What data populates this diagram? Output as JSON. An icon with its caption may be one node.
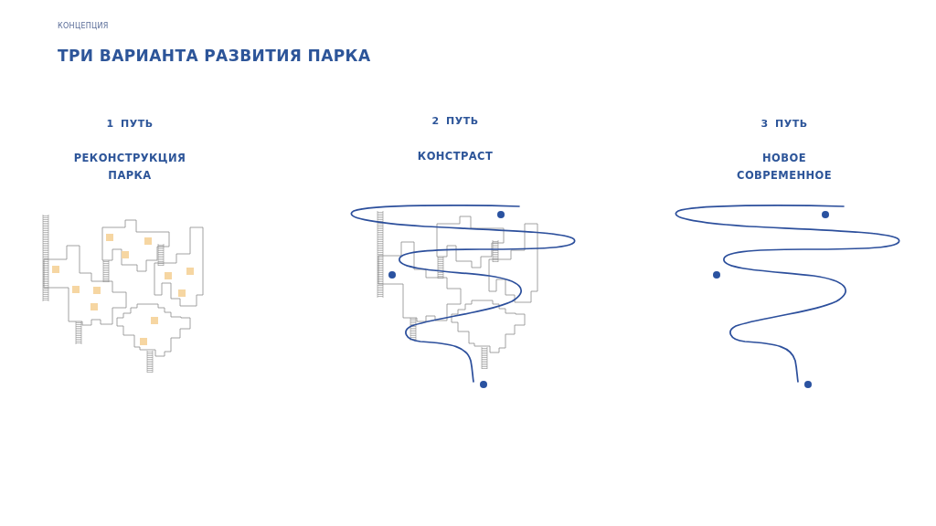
{
  "diagram": {
    "title": "ТРИ ВАРИАНТА РАЗВИТИЯ ПАРКА",
    "labels": [
      "КОНЦЕПЦИЯ",
      "1 ПУТЬ",
      "РЕКОНСТРУКЦИЯ ПАРКА",
      "2 ПУТЬ",
      "КОНСТРАСТ",
      "3 ПУТЬ",
      "НОВОЕ СОВРЕМЕННОЕ"
    ]
  }
}
